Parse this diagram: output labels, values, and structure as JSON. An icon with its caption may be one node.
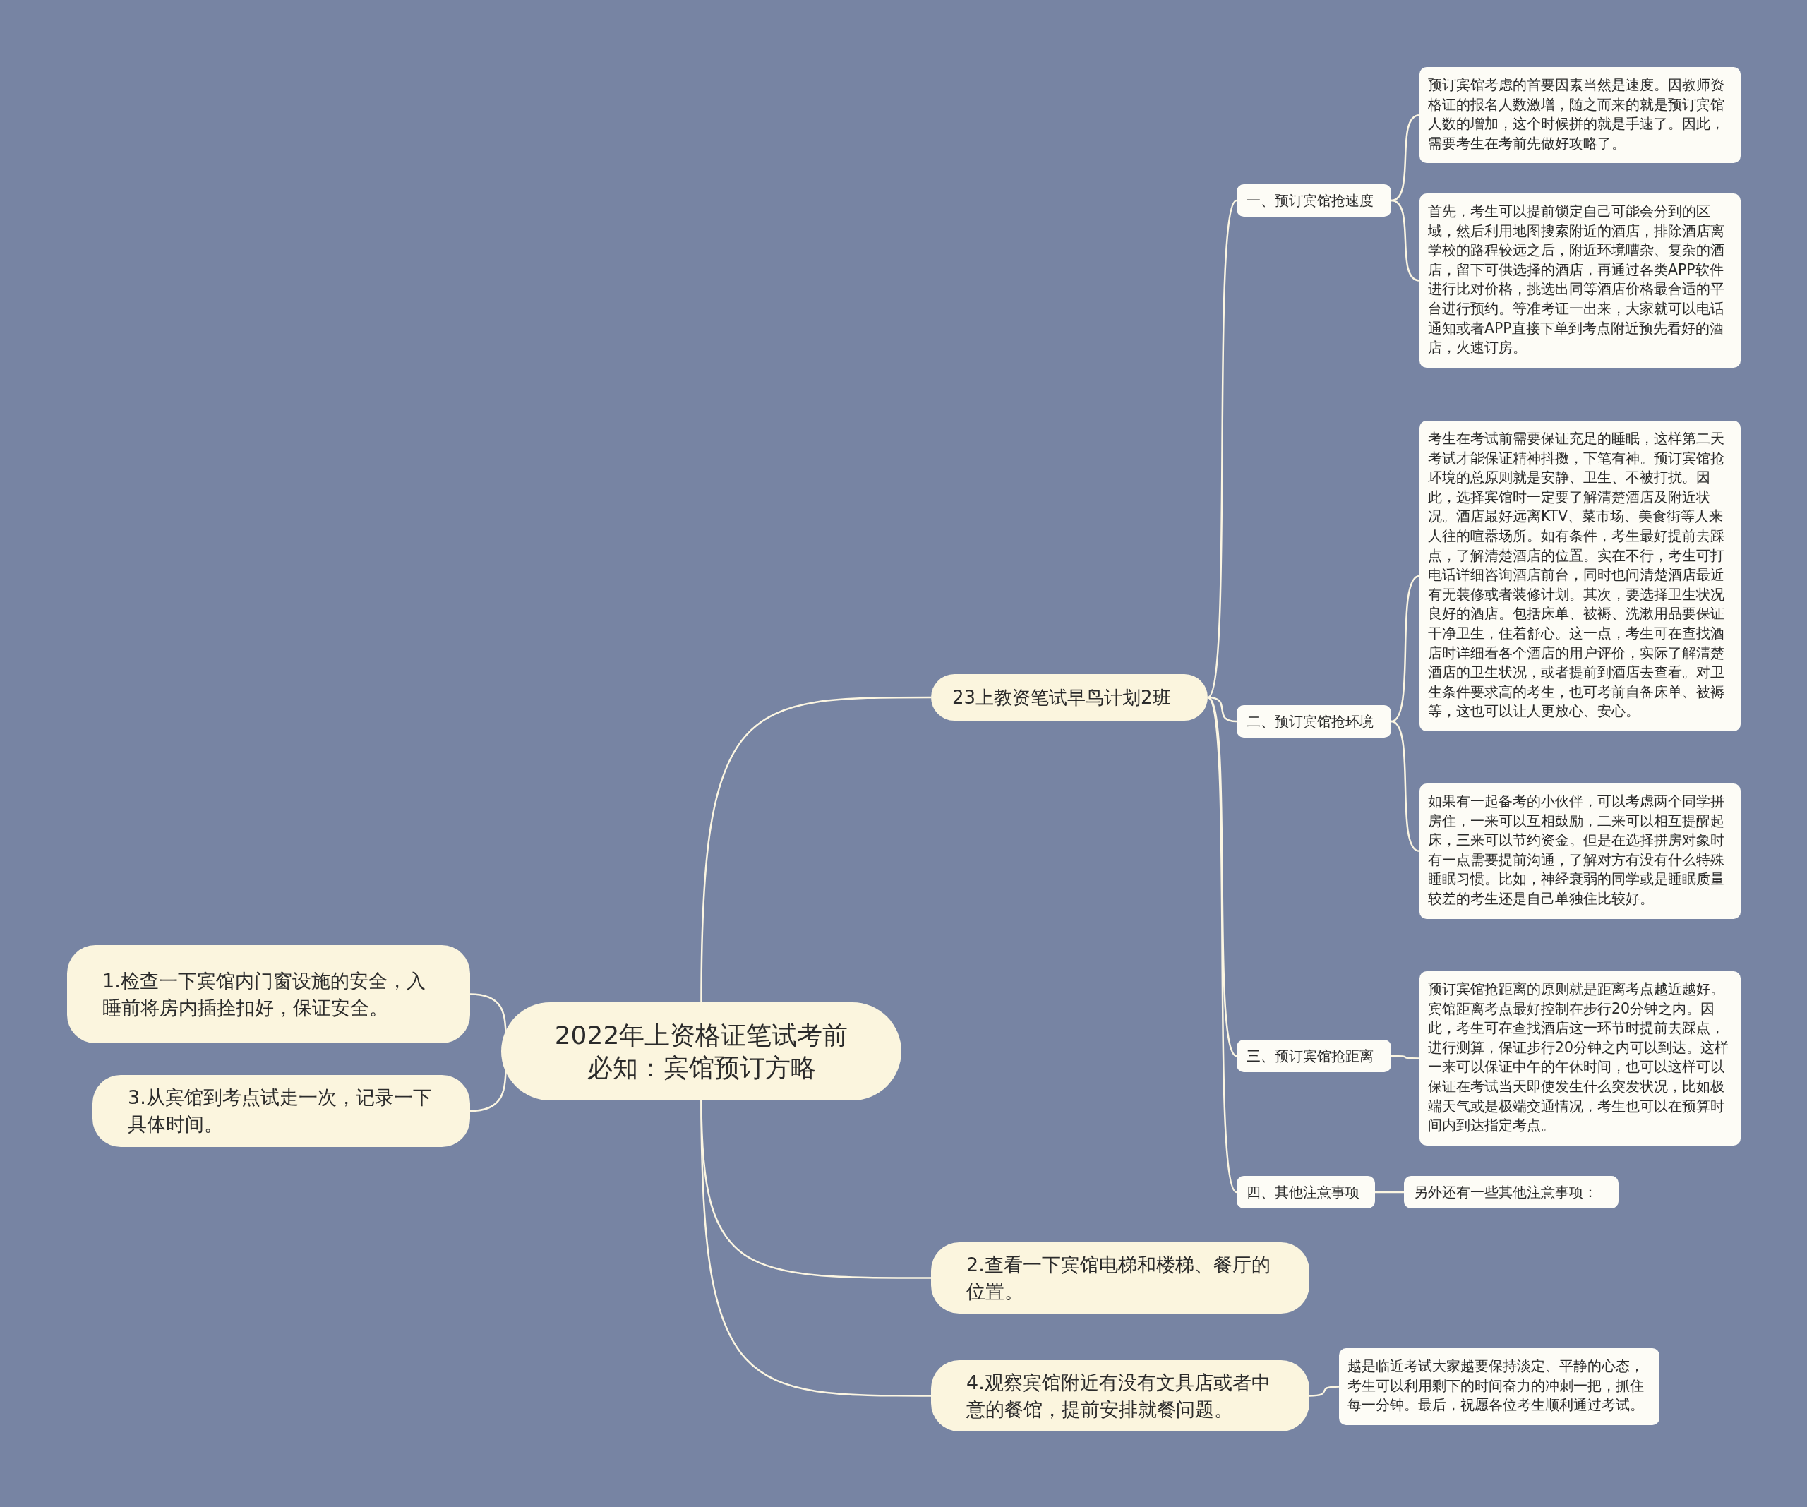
{
  "diagram": {
    "nodes": [
      {
        "text": [
          "2022年上资格证笔试考前必知：宾馆预订方略"
        ]
      },
      {
        "text": [
          "23上教资笔试早鸟计划2班"
        ]
      },
      {
        "text": [
          "一、预订宾馆抢速度"
        ]
      },
      {
        "text": [
          "预订宾馆考虑的首要因素当然是速度。因教师资格证的报名人数激增，随之而来的就是预订宾馆人数的增加，这个时候拼的就是手速了。因此，需要考生在考前先做好攻略了。"
        ]
      },
      {
        "text": [
          "首先，考生可以提前锁定自己可能会分到的区域，然后利用地图搜索附近的酒店，排除酒店离学校的路程较远之后，附近环境嘈杂、复杂的酒店，留下可供选择的酒店，再通过各类APP软件进行比对价格，挑选出同等酒店价格最合适的平台进行预约。等准考证一出来，大家就可以电话通知或者APP直接下单到考点附近预先看好的酒店，火速订房。"
        ]
      },
      {
        "text": [
          "二、预订宾馆抢环境"
        ]
      },
      {
        "text": [
          "考生在考试前需要保证充足的睡眠，这样第二天考试才能保证精神抖擞，下笔有神。预订宾馆抢环境的总原则就是安静、卫生、不被打扰。因此，选择宾馆时一定要了解清楚酒店及附近状况。酒店最好远离KTV、菜市场、美食街等人来人往的喧嚣场所。如有条件，考生最好提前去踩点，了解清楚酒店的位置。实在不行，考生可打电话详细咨询酒店前台，同时也问清楚酒店最近有无装修或者装修计划。其次，要选择卫生状况良好的酒店。包括床单、被褥、洗漱用品要保证干净卫生，住着舒心。这一点，考生可在查找酒店时详细看各个酒店的用户评价，实际了解清楚酒店的卫生状况，或者提前到酒店去查看。对卫生条件要求高的考生，也可考前自备床单、被褥等，这也可以让人更放心、安心。"
        ]
      },
      {
        "text": [
          "如果有一起备考的小伙伴，可以考虑两个同学拼房住，一来可以互相鼓励，二来可以相互提醒起床，三来可以节约资金。但是在选择拼房对象时有一点需要提前沟通，了解对方有没有什么特殊睡眠习惯。比如，神经衰弱的同学或是睡眠质量较差的考生还是自己单独住比较好。"
        ]
      },
      {
        "text": [
          "三、预订宾馆抢距离"
        ]
      },
      {
        "text": [
          "预订宾馆抢距离的原则就是距离考点越近越好。宾馆距离考点最好控制在步行20分钟之内。因此，考生可在查找酒店这一环节时提前去踩点，进行测算，保证步行20分钟之内可以到达。这样一来可以保证中午的午休时间，也可以这样可以保证在考试当天即使发生什么突发状况，比如极端天气或是极端交通情况，考生也可以在预算时间内到达指定考点。"
        ]
      },
      {
        "text": [
          "四、其他注意事项"
        ]
      },
      {
        "text": [
          "另外还有一些其他注意事项："
        ]
      },
      {
        "text": [
          "2.查看一下宾馆电梯和楼梯、餐厅的位置。"
        ]
      },
      {
        "text": [
          "4.观察宾馆附近有没有文具店或者中意的餐馆，提前安排就餐问题。"
        ]
      },
      {
        "text": [
          "越是临近考试大家越要保持淡定、平静的心态，考生可以利用剩下的时间奋力的冲刺一把，抓住每一分钟。最后，祝愿各位考生顺利通过考试。"
        ]
      },
      {
        "text": [
          "1.检查一下宾馆内门窗设施的安全，入睡前将房内插拴扣好，保证安全。"
        ]
      },
      {
        "text": [
          "3.从宾馆到考点试走一次，记录一下具体时间。"
        ]
      }
    ],
    "edges": [
      {
        "from": 0,
        "to": 1,
        "arrow": "none"
      },
      {
        "from": 1,
        "to": 2,
        "arrow": "none"
      },
      {
        "from": 2,
        "to": 3,
        "arrow": "none"
      },
      {
        "from": 2,
        "to": 4,
        "arrow": "none"
      },
      {
        "from": 1,
        "to": 5,
        "arrow": "none"
      },
      {
        "from": 5,
        "to": 6,
        "arrow": "none"
      },
      {
        "from": 5,
        "to": 7,
        "arrow": "none"
      },
      {
        "from": 1,
        "to": 8,
        "arrow": "none"
      },
      {
        "from": 8,
        "to": 9,
        "arrow": "none"
      },
      {
        "from": 1,
        "to": 10,
        "arrow": "none"
      },
      {
        "from": 10,
        "to": 11,
        "arrow": "none"
      },
      {
        "from": 0,
        "to": 12,
        "arrow": "none"
      },
      {
        "from": 0,
        "to": 13,
        "arrow": "none"
      },
      {
        "from": 13,
        "to": 14,
        "arrow": "none"
      },
      {
        "from": 0,
        "to": 15,
        "arrow": "none"
      },
      {
        "from": 0,
        "to": 16,
        "arrow": "none"
      }
    ]
  }
}
